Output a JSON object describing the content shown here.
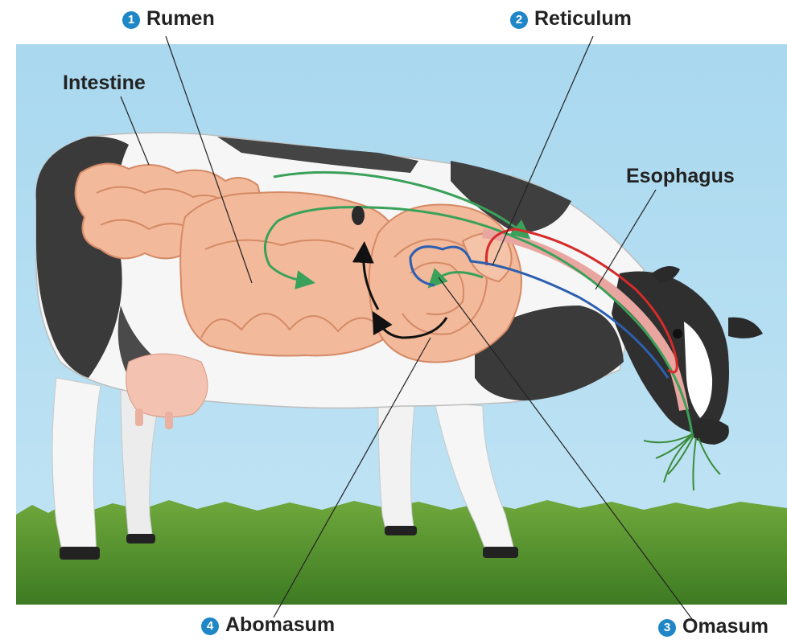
{
  "labels": {
    "rumen": {
      "number": "1",
      "text": "Rumen"
    },
    "reticulum": {
      "number": "2",
      "text": "Reticulum"
    },
    "omasum": {
      "number": "3",
      "text": "Omasum"
    },
    "abomasum": {
      "number": "4",
      "text": "Abomasum"
    },
    "intestine": {
      "text": "Intestine"
    },
    "esophagus": {
      "text": "Esophagus"
    }
  },
  "colors": {
    "sky": "#a9d8ef",
    "grass": "#4f8f2a",
    "cow_white": "#f6f6f6",
    "cow_black": "#3a3a3a",
    "organ": "#f2b99a",
    "organ_outline": "#d58a66",
    "food_path": "#3aa15a",
    "regurgitation_path": "#d72a2a",
    "return_path": "#2d5fb0",
    "number_badge": "#1f86c8"
  }
}
